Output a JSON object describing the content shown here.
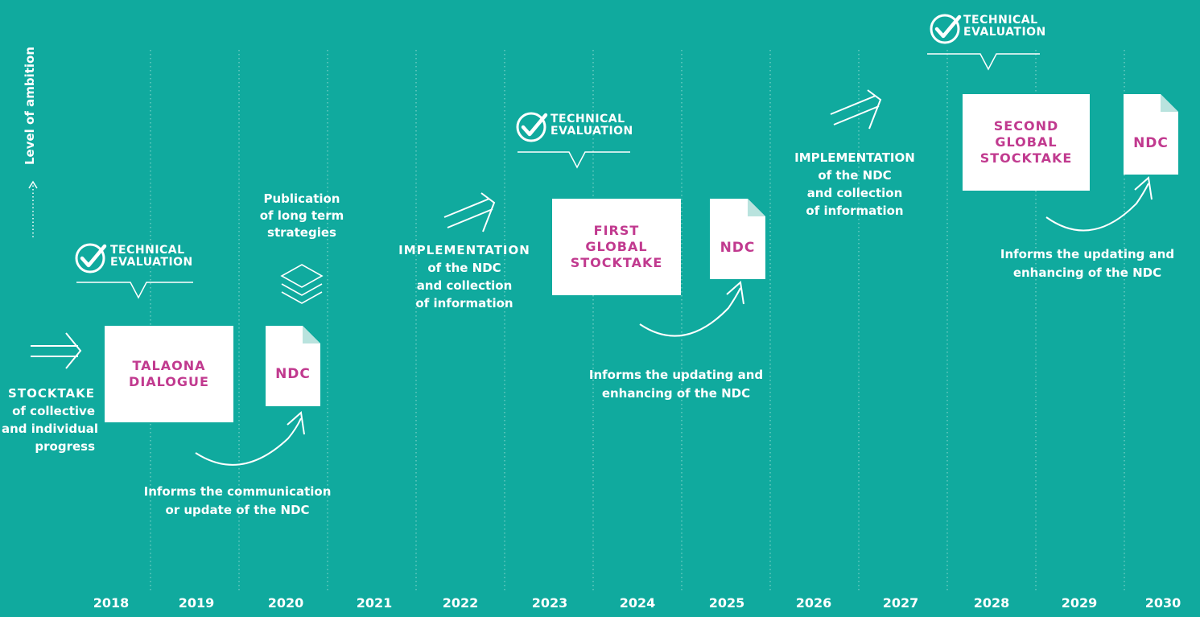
{
  "axis_label": "Level of ambition",
  "years": [
    "2018",
    "2019",
    "2020",
    "2021",
    "2022",
    "2023",
    "2024",
    "2025",
    "2026",
    "2027",
    "2028",
    "2029",
    "2030"
  ],
  "technical_evaluation": [
    "TECHNICAL",
    "EVALUATION"
  ],
  "stocktake": {
    "title": "STOCKTAKE",
    "lines": [
      "of collective",
      "and individual",
      "progress"
    ]
  },
  "talanoa": [
    "TALAONA",
    "DIALOGUE"
  ],
  "ndc_label": "NDC",
  "publication": [
    "Publication",
    "of long term",
    "strategies"
  ],
  "informs_communication": [
    "Informs the communication",
    "or update of the NDC"
  ],
  "implementation": {
    "title": "IMPLEMENTATION",
    "lines": [
      "of the  NDC",
      "and collection",
      "of information"
    ]
  },
  "first_gst": [
    "FIRST",
    "GLOBAL",
    "STOCKTAKE"
  ],
  "informs_updating": [
    "Informs the updating and",
    "enhancing of the NDC"
  ],
  "second_gst": [
    "SECOND",
    "GLOBAL",
    "STOCKTAKE"
  ],
  "colors": {
    "background": "#10aa9e",
    "accent": "#c13a8f",
    "white": "#ffffff",
    "fold": "#b9e3de"
  },
  "icons": [
    "check-circle-icon",
    "speech-pointer-icon",
    "double-arrow-icon",
    "layers-icon",
    "curved-arrow-icon",
    "document-icon"
  ]
}
